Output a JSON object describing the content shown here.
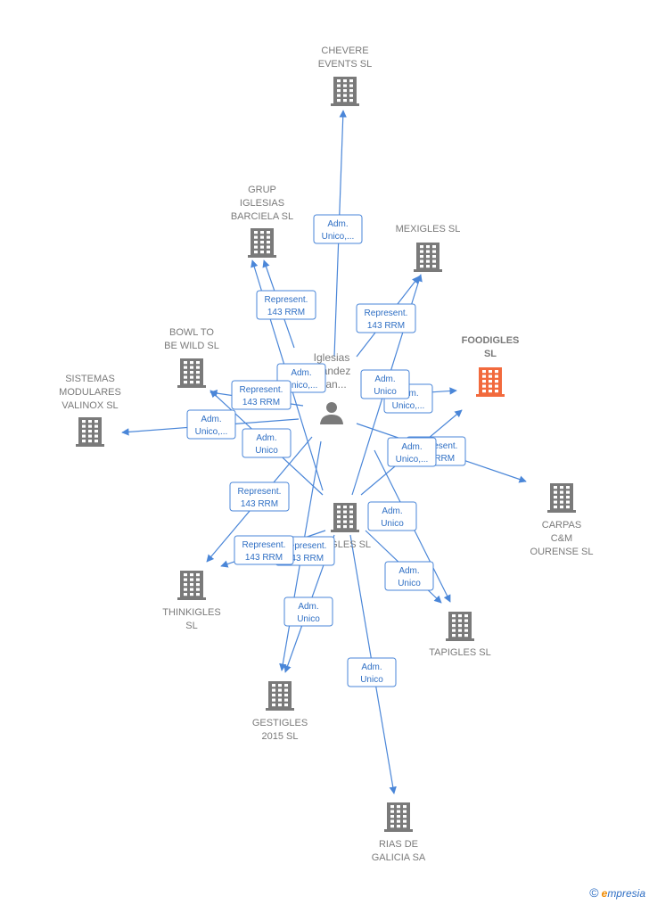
{
  "colors": {
    "edge": "#4a86d8",
    "node": "#7a7a7a",
    "focus": "#f26a3d",
    "label": "#7a7a7a"
  },
  "person": {
    "line1": "Iglesias",
    "line2": "...andez",
    "line3": "...an...",
    "icon": "person-icon"
  },
  "companies": [
    {
      "id": "chevere",
      "lines": [
        "CHEVERE",
        "EVENTS  SL"
      ],
      "icon": "building-icon"
    },
    {
      "id": "grup",
      "lines": [
        "GRUP",
        "IGLESIAS",
        "BARCIELA SL"
      ],
      "icon": "building-icon"
    },
    {
      "id": "mexigles",
      "lines": [
        "MEXIGLES  SL"
      ],
      "icon": "building-icon"
    },
    {
      "id": "foodigles",
      "lines": [
        "FOODIGLES",
        "SL"
      ],
      "icon": "building-icon",
      "focus": true
    },
    {
      "id": "bowl",
      "lines": [
        "BOWL TO",
        "BE WILD  SL"
      ],
      "icon": "building-icon"
    },
    {
      "id": "sistemas",
      "lines": [
        "SISTEMAS",
        "MODULARES",
        "VALINOX SL"
      ],
      "icon": "building-icon"
    },
    {
      "id": "carpas",
      "lines": [
        "CARPAS",
        "C&M",
        "OURENSE  SL"
      ],
      "icon": "building-icon"
    },
    {
      "id": "center",
      "lines": [
        "...IGLES SL"
      ],
      "icon": "building-icon"
    },
    {
      "id": "thinkigles",
      "lines": [
        "THINKIGLES",
        "SL"
      ],
      "icon": "building-icon"
    },
    {
      "id": "tapigles",
      "lines": [
        "TAPIGLES  SL"
      ],
      "icon": "building-icon"
    },
    {
      "id": "gestigles",
      "lines": [
        "GESTIGLES",
        "2015  SL"
      ],
      "icon": "building-icon"
    },
    {
      "id": "rias",
      "lines": [
        "RIAS DE",
        "GALICIA SA"
      ],
      "icon": "building-icon"
    }
  ],
  "relations": [
    {
      "lines": [
        "Adm.",
        "Unico,..."
      ]
    },
    {
      "lines": [
        "Represent.",
        "143 RRM"
      ]
    },
    {
      "lines": [
        "Represent.",
        "143 RRM"
      ]
    },
    {
      "lines": [
        "Adm.",
        "Unico,..."
      ]
    },
    {
      "lines": [
        "Represent.",
        "143 RRM"
      ]
    },
    {
      "lines": [
        "Adm.",
        "Unico,..."
      ]
    },
    {
      "lines": [
        "Adm.",
        "Unico"
      ]
    },
    {
      "lines": [
        "Adm.",
        "Unico,..."
      ]
    },
    {
      "lines": [
        "Represent.",
        "143 RRM"
      ]
    },
    {
      "lines": [
        "Adm.",
        "Unico,..."
      ]
    },
    {
      "lines": [
        "Adm.",
        "Unico"
      ]
    },
    {
      "lines": [
        "Represent.",
        "143 RRM"
      ]
    },
    {
      "lines": [
        "Represent.",
        "143 RRM"
      ]
    },
    {
      "lines": [
        "Adm.",
        "Unico"
      ]
    },
    {
      "lines": [
        "Represent.",
        "143 RRM"
      ]
    },
    {
      "lines": [
        "Adm.",
        "Unico"
      ]
    },
    {
      "lines": [
        "Adm.",
        "Unico"
      ]
    },
    {
      "lines": [
        "Adm.",
        "Unico"
      ]
    }
  ],
  "footer": {
    "copyright": "©",
    "brand_first": "e",
    "brand_rest": "mpresia"
  }
}
